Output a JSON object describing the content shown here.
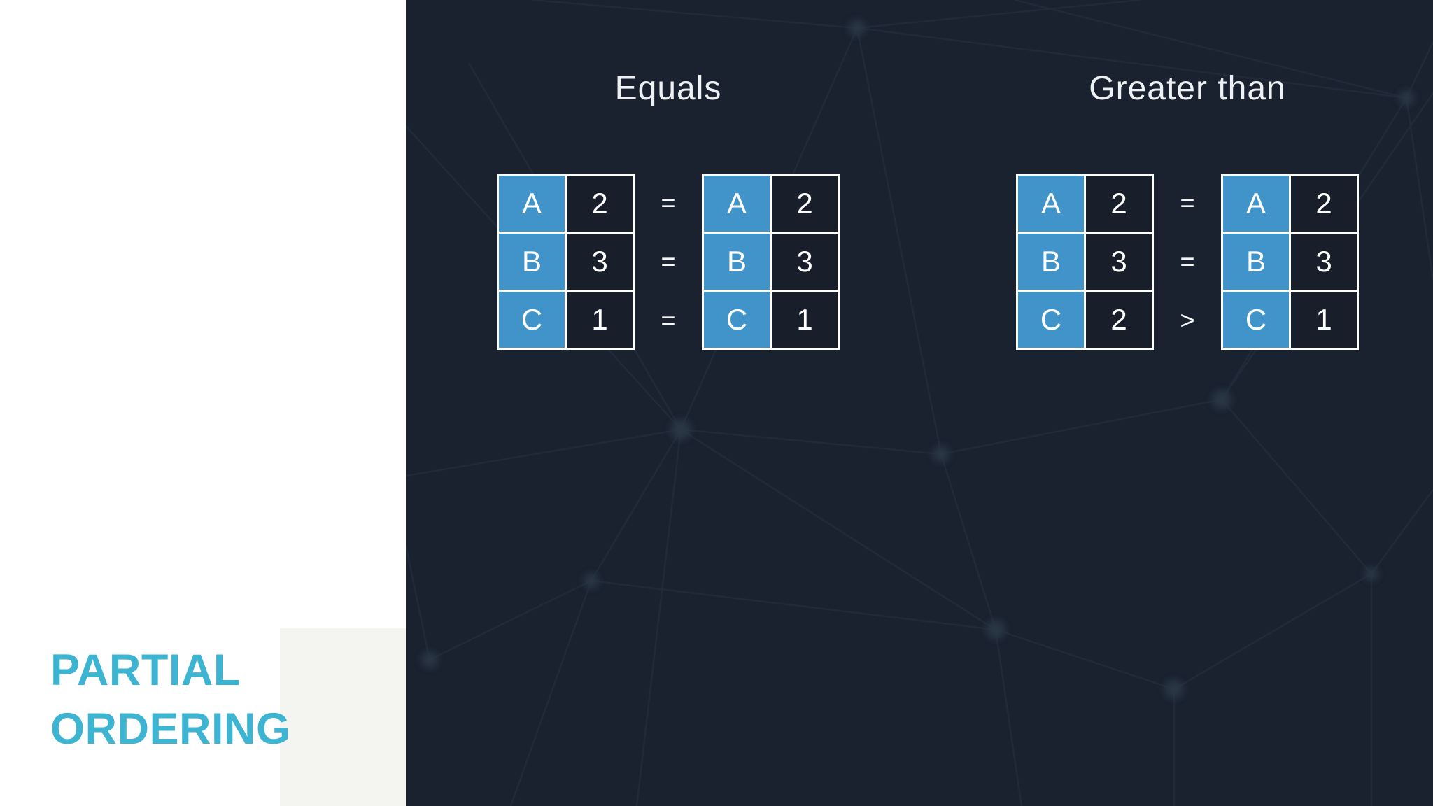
{
  "slide": {
    "heading_line1": "PARTIAL",
    "heading_line2": "ORDERING"
  },
  "colors": {
    "accent_teal": "#3db4d1",
    "key_cell_blue": "#4094ca",
    "dark_panel": "#1a2230",
    "value_cell_dark": "#181f2b",
    "grid_line": "#ffffff",
    "title_text": "#eef1f4"
  },
  "sections": [
    {
      "title": "Equals",
      "left_table": {
        "rows": [
          {
            "key": "A",
            "value": "2"
          },
          {
            "key": "B",
            "value": "3"
          },
          {
            "key": "C",
            "value": "1"
          }
        ]
      },
      "row_operators": [
        "=",
        "=",
        "="
      ],
      "right_table": {
        "rows": [
          {
            "key": "A",
            "value": "2"
          },
          {
            "key": "B",
            "value": "3"
          },
          {
            "key": "C",
            "value": "1"
          }
        ]
      }
    },
    {
      "title": "Greater than",
      "left_table": {
        "rows": [
          {
            "key": "A",
            "value": "2"
          },
          {
            "key": "B",
            "value": "3"
          },
          {
            "key": "C",
            "value": "2"
          }
        ]
      },
      "row_operators": [
        "=",
        "=",
        ">"
      ],
      "right_table": {
        "rows": [
          {
            "key": "A",
            "value": "2"
          },
          {
            "key": "B",
            "value": "3"
          },
          {
            "key": "C",
            "value": "1"
          }
        ]
      }
    }
  ]
}
